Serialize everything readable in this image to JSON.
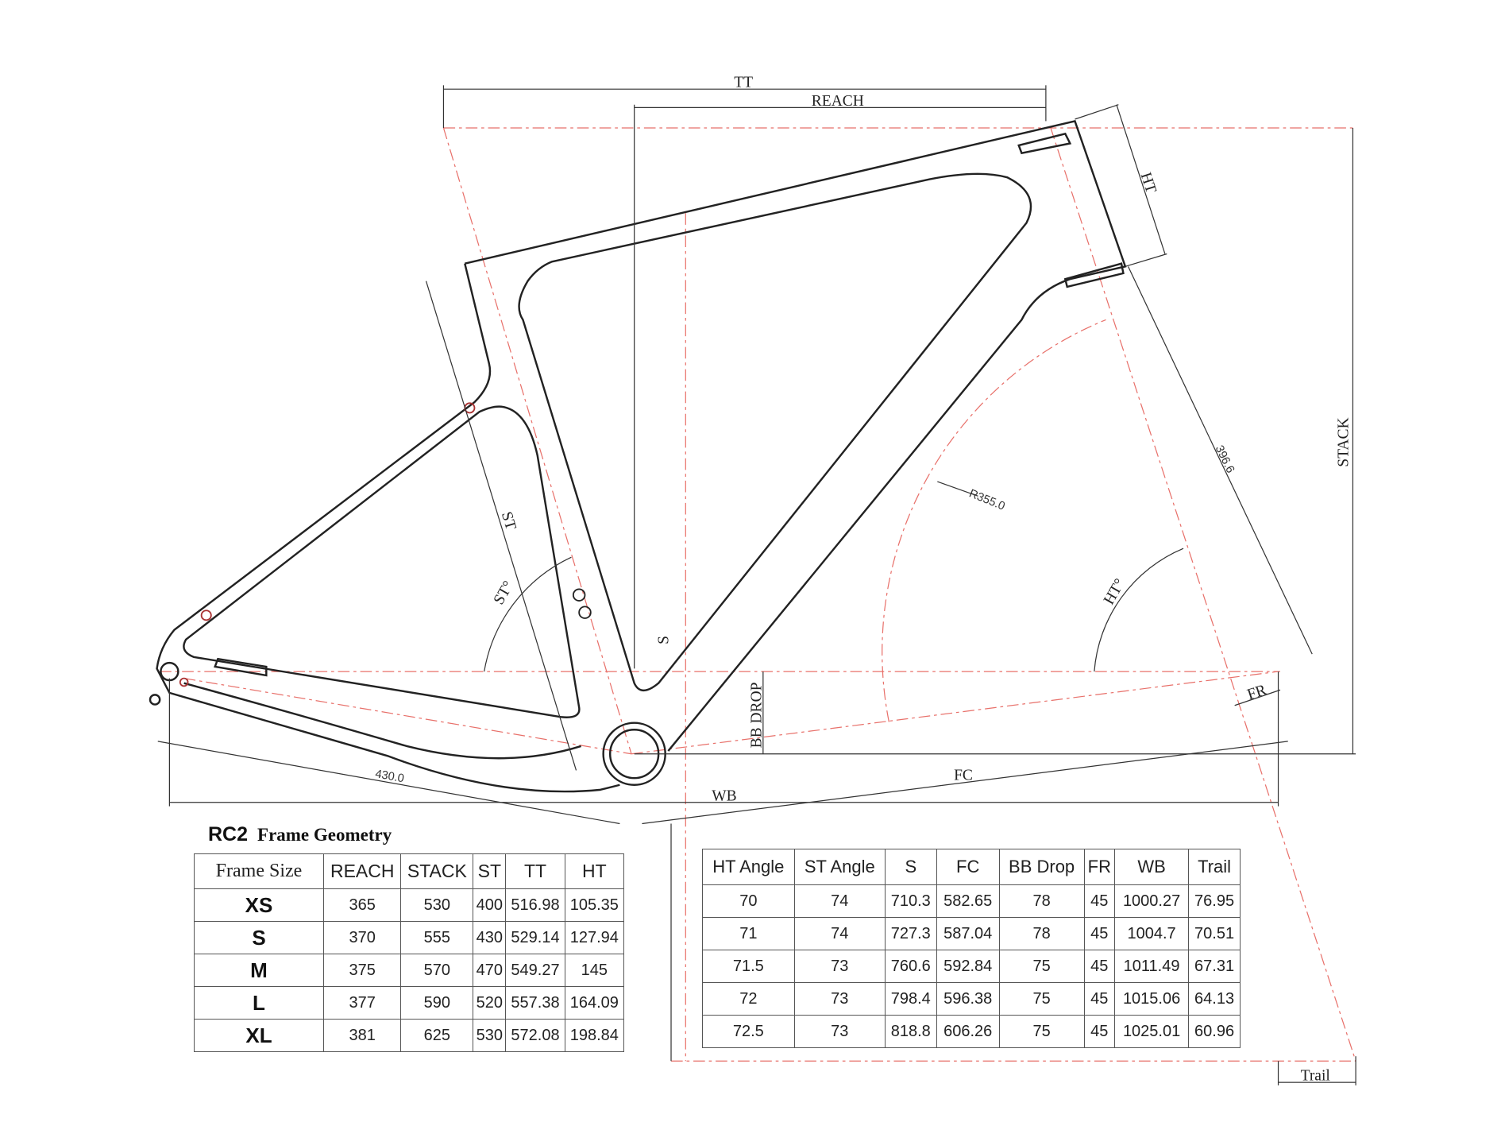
{
  "title": {
    "model": "RC2",
    "subtitle": "Frame Geometry"
  },
  "dimension_labels": {
    "tt": "TT",
    "reach": "REACH",
    "ht": "HT",
    "stack": "STACK",
    "fork_length": "396.6",
    "radius": "R355.0",
    "st": "ST",
    "st_angle": "ST°",
    "s": "S",
    "ht_angle": "HT°",
    "bb_drop": "BB DROP",
    "fr": "FR",
    "fc": "FC",
    "wb": "WB",
    "chainstay": "430.0",
    "trail": "Trail"
  },
  "table_left": {
    "headers": [
      "Frame Size",
      "REACH",
      "STACK",
      "ST",
      "TT",
      "HT"
    ],
    "rows": [
      [
        "XS",
        "365",
        "530",
        "400",
        "516.98",
        "105.35"
      ],
      [
        "S",
        "370",
        "555",
        "430",
        "529.14",
        "127.94"
      ],
      [
        "M",
        "375",
        "570",
        "470",
        "549.27",
        "145"
      ],
      [
        "L",
        "377",
        "590",
        "520",
        "557.38",
        "164.09"
      ],
      [
        "XL",
        "381",
        "625",
        "530",
        "572.08",
        "198.84"
      ]
    ]
  },
  "table_right": {
    "headers": [
      "HT Angle",
      "ST Angle",
      "S",
      "FC",
      "BB Drop",
      "FR",
      "WB",
      "Trail"
    ],
    "rows": [
      [
        "70",
        "74",
        "710.3",
        "582.65",
        "78",
        "45",
        "1000.27",
        "76.95"
      ],
      [
        "71",
        "74",
        "727.3",
        "587.04",
        "78",
        "45",
        "1004.7",
        "70.51"
      ],
      [
        "71.5",
        "73",
        "760.6",
        "592.84",
        "75",
        "45",
        "1011.49",
        "67.31"
      ],
      [
        "72",
        "73",
        "798.4",
        "596.38",
        "75",
        "45",
        "1015.06",
        "64.13"
      ],
      [
        "72.5",
        "73",
        "818.8",
        "606.26",
        "75",
        "45",
        "1025.01",
        "60.96"
      ]
    ]
  },
  "colors": {
    "line": "#222222",
    "construction": "#e8706a"
  }
}
